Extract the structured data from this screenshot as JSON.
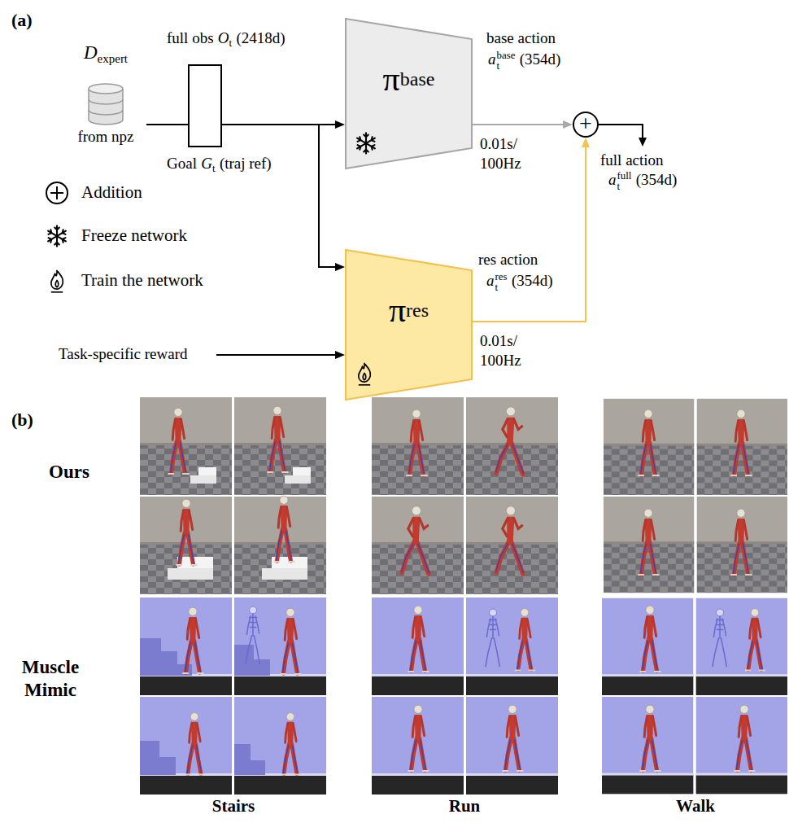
{
  "diagram": {
    "nodes": [
      {
        "text": [
          "D",
          "expert",
          "from npz"
        ]
      },
      {
        "text": [
          "π",
          "base"
        ]
      },
      {
        "text": [
          "π",
          "res"
        ]
      },
      {
        "text": [
          "+"
        ]
      }
    ],
    "edges": [
      {
        "from": 0,
        "to": 1,
        "arrow": "to"
      },
      {
        "from": 0,
        "to": 2,
        "arrow": "to"
      },
      {
        "from": 1,
        "to": 3,
        "arrow": "to"
      },
      {
        "from": 2,
        "to": 3,
        "arrow": "to"
      }
    ],
    "labels": [
      "(a)",
      "full obs",
      "O",
      "t",
      "(2418d)",
      "Goal",
      "G",
      "t",
      "(traj ref)",
      "base action",
      "a",
      "t",
      "base",
      "(354d)",
      "0.01s/",
      "100Hz",
      "full action",
      "a",
      "t",
      "full",
      "(354d)",
      "res action",
      "a",
      "t",
      "res",
      "(354d)",
      "0.01s/",
      "100Hz",
      "Task-specific reward",
      "(b)",
      "Ours",
      "Muscle Mimic",
      "Stairs",
      "Run",
      "Walk"
    ],
    "legend": [
      {
        "text": "Addition"
      },
      {
        "text": "Freeze network"
      },
      {
        "text": "Train the network"
      }
    ]
  }
}
